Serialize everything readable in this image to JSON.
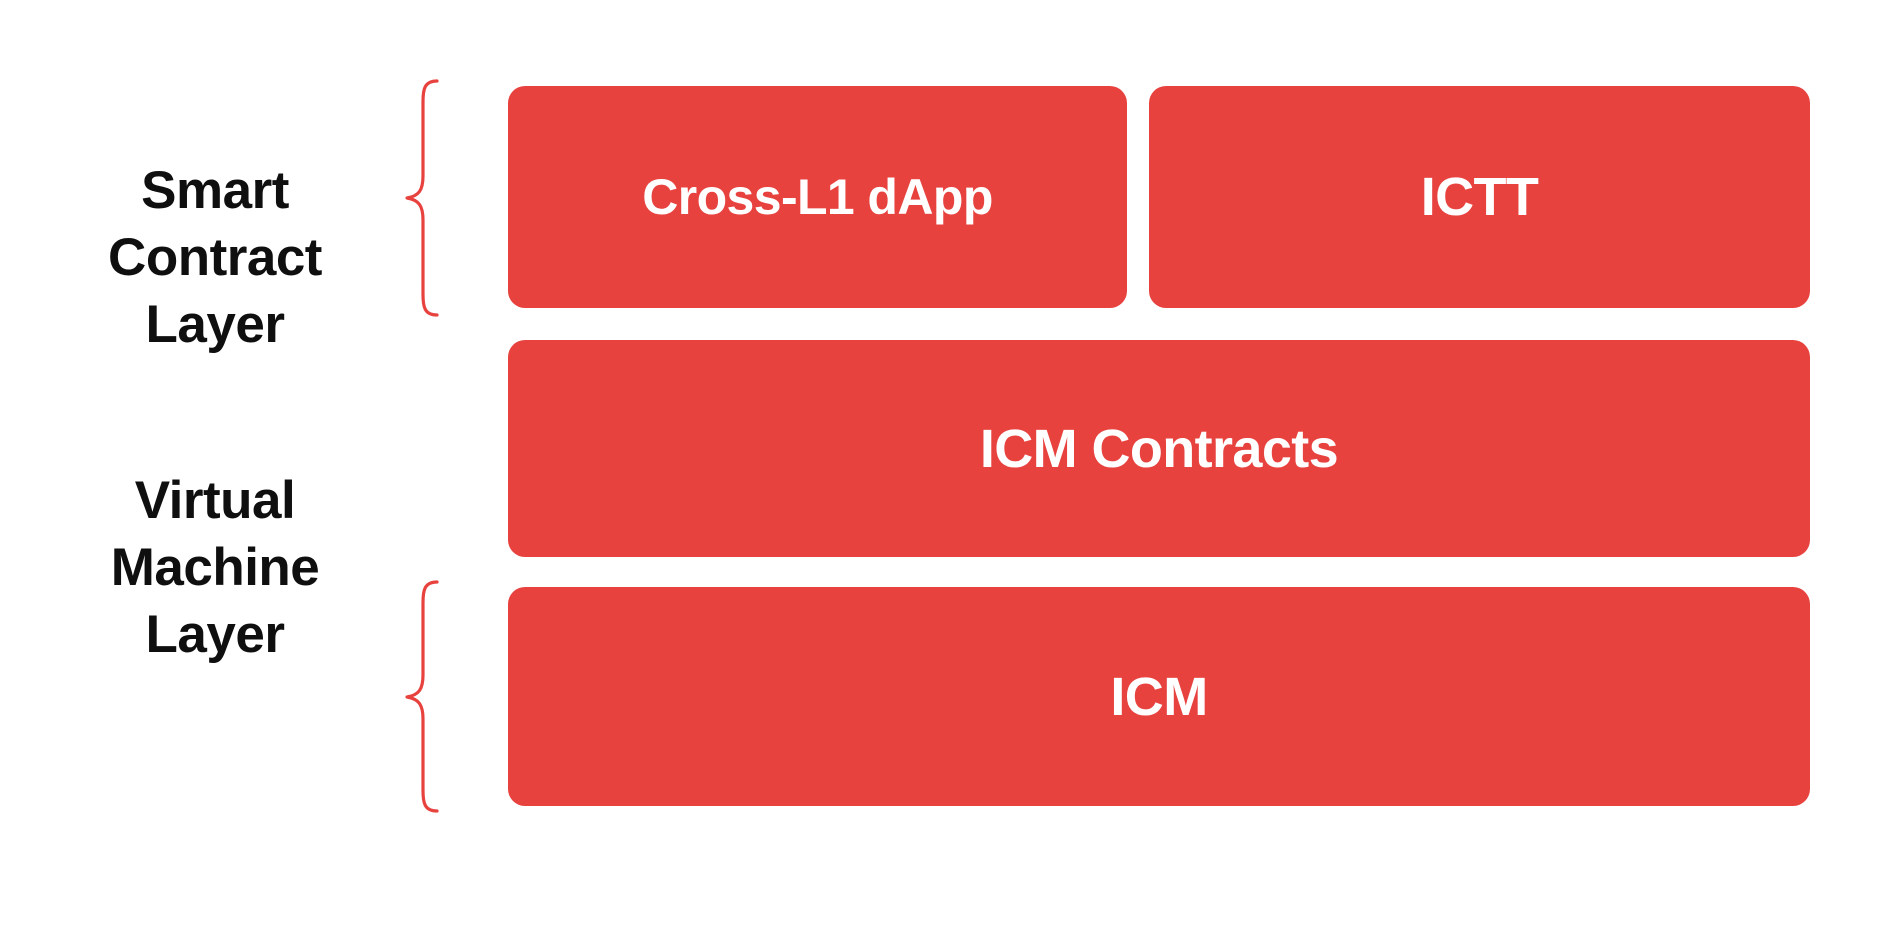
{
  "diagram": {
    "title": "Smart Contract Layer and Virtual Machine Layer stack",
    "background_color": "#FFFFFF",
    "accent_color": "#E8423F",
    "box_text_color": "#FFFFFF",
    "label_text_color": "#0F0F0F",
    "layers": [
      {
        "id": "smart-contract-layer",
        "label": "Smart\nContract\nLayer",
        "brace_icon": "curly-brace-icon",
        "rows": [
          {
            "id": "row-apps",
            "boxes": [
              {
                "id": "cross-l1-dapp",
                "label": "Cross-L1 dApp"
              },
              {
                "id": "ictt",
                "label": "ICTT"
              }
            ]
          },
          {
            "id": "row-contracts",
            "boxes": [
              {
                "id": "icm-contracts",
                "label": "ICM Contracts"
              }
            ]
          }
        ]
      },
      {
        "id": "virtual-machine-layer",
        "label": "Virtual\nMachine\nLayer",
        "brace_icon": "curly-brace-icon",
        "rows": [
          {
            "id": "row-vm",
            "boxes": [
              {
                "id": "icm",
                "label": "ICM"
              }
            ]
          }
        ]
      }
    ]
  }
}
